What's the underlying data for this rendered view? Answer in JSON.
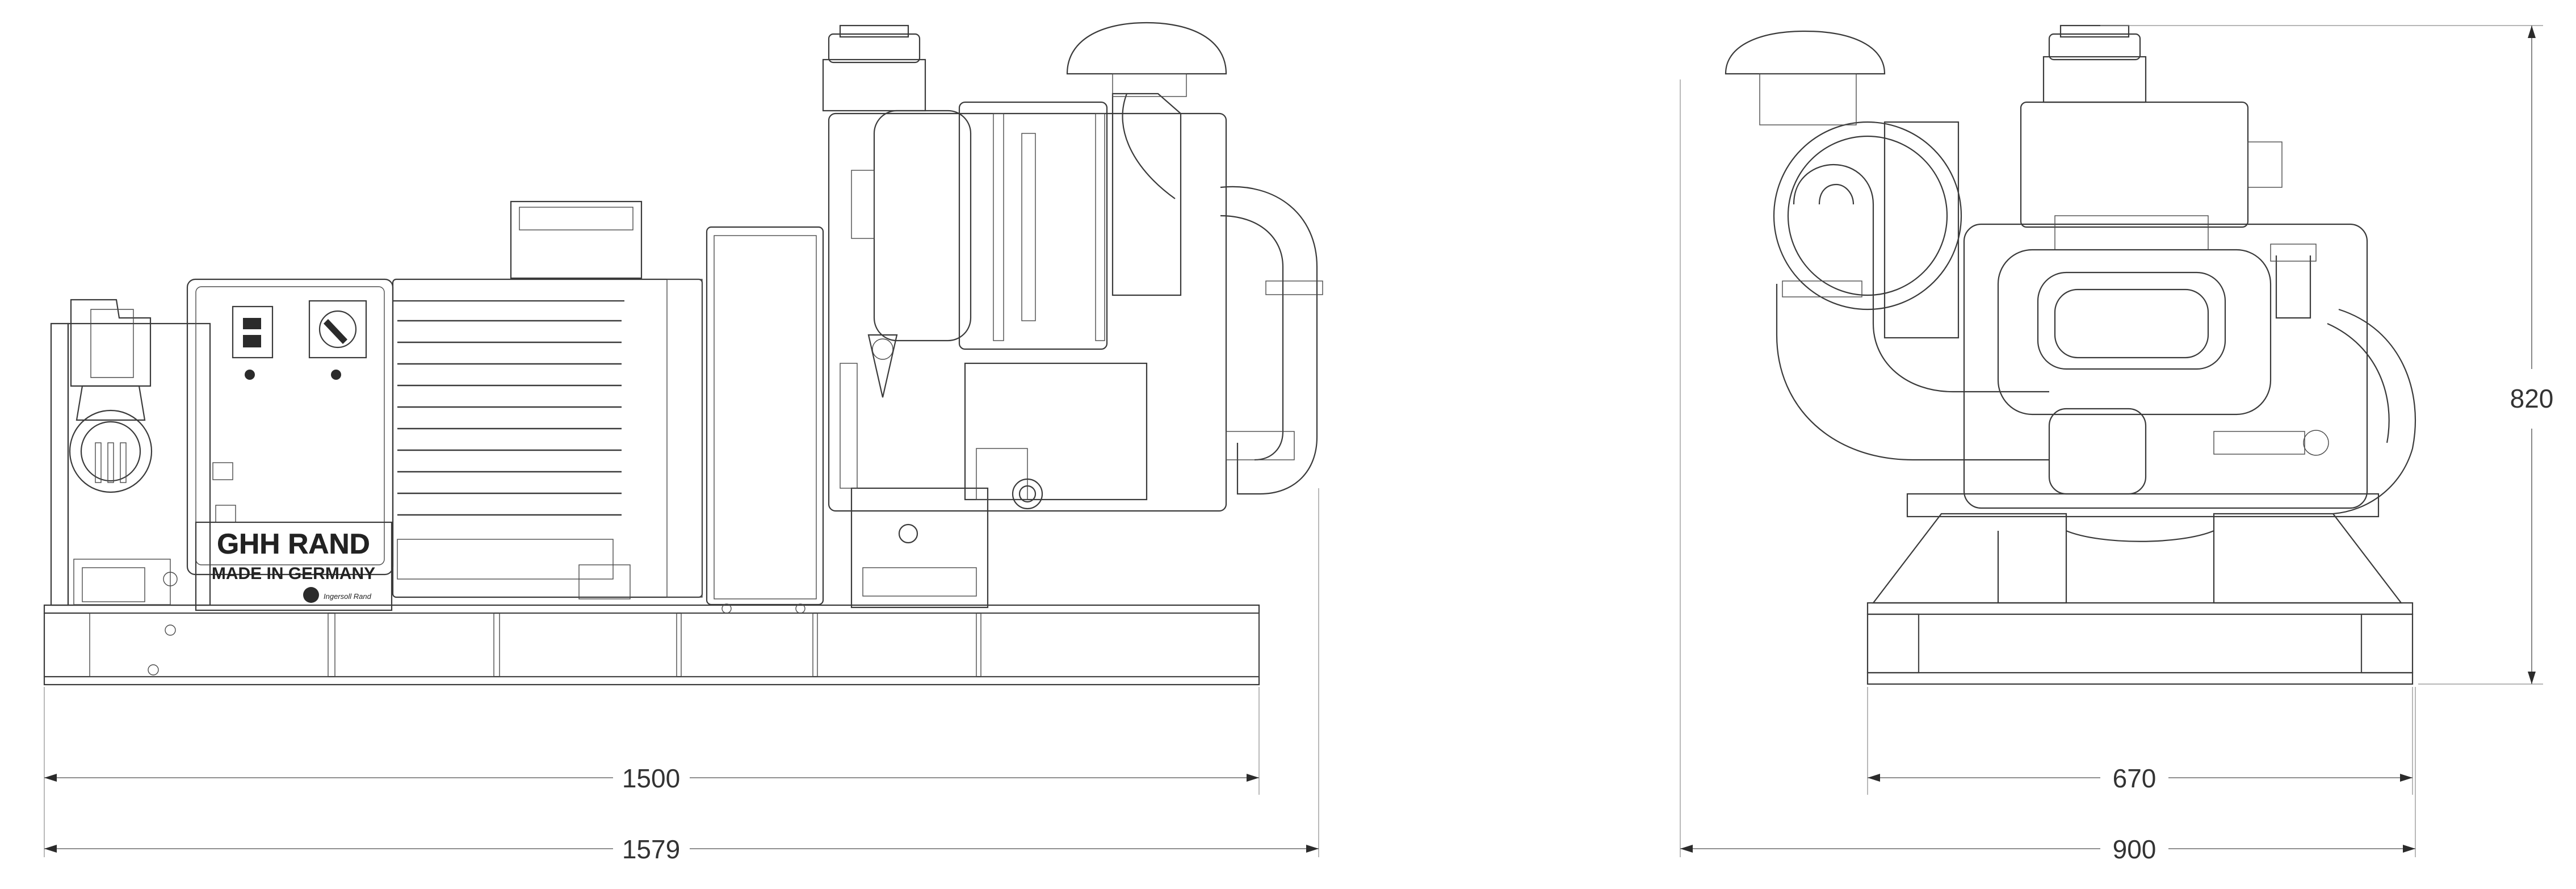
{
  "nameplate": {
    "brand": "GHH RAND",
    "origin": "MADE IN GERMANY",
    "logo_text": "Ingersoll Rand"
  },
  "dimensions": {
    "front_inner_width": "1500",
    "front_overall_width": "1579",
    "side_inner_width": "670",
    "side_overall_width": "900",
    "overall_height": "820"
  },
  "colors": {
    "line": "#3a3a3a",
    "dimension": "#6a6a6a",
    "background": "#ffffff"
  }
}
